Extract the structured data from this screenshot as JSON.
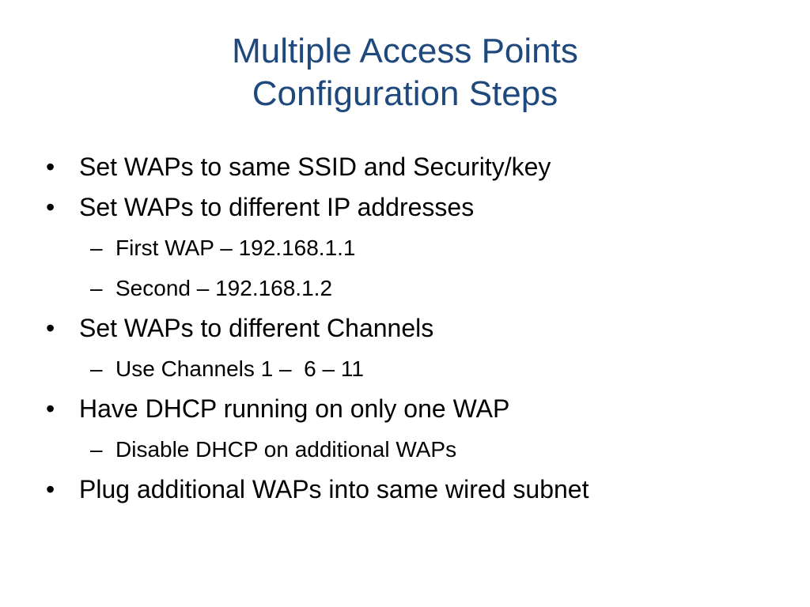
{
  "slide": {
    "title_line1": "Multiple Access Points",
    "title_line2": "Configuration Steps",
    "bullet_marker": "•",
    "sub_marker": "–",
    "items": [
      {
        "level": 1,
        "text": "Set WAPs to same SSID and Security/key"
      },
      {
        "level": 1,
        "text": "Set WAPs to different IP addresses"
      },
      {
        "level": 2,
        "text": "First WAP – 192.168.1.1"
      },
      {
        "level": 2,
        "text": "Second – 192.168.1.2"
      },
      {
        "level": 1,
        "text": "Set WAPs to different Channels"
      },
      {
        "level": 2,
        "text": "Use Channels 1 –  6 – 11"
      },
      {
        "level": 1,
        "text": "Have DHCP running on only one WAP"
      },
      {
        "level": 2,
        "text": "Disable DHCP on additional WAPs"
      },
      {
        "level": 1,
        "text": "Plug additional WAPs into same wired subnet"
      }
    ]
  },
  "colors": {
    "title": "#1f497d",
    "body_text": "#000000",
    "background": "#ffffff"
  }
}
